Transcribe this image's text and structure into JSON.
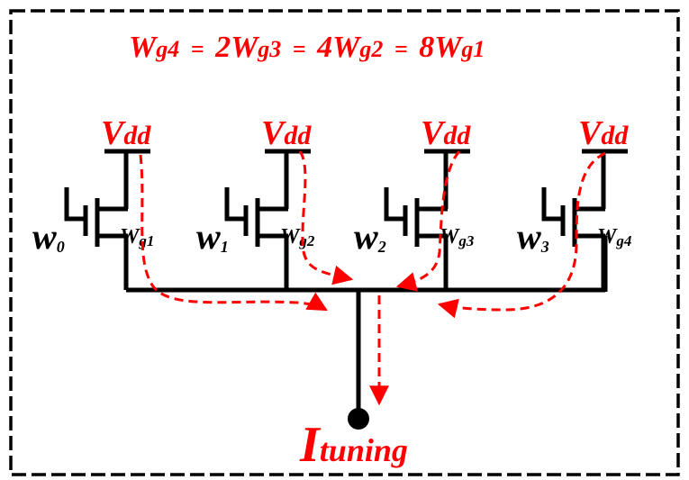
{
  "title": {
    "parts": [
      {
        "W": "W",
        "sub": "g4"
      },
      {
        "eq": "=",
        "coef": "2",
        "W": "W",
        "sub": "g3"
      },
      {
        "eq": "=",
        "coef": "4",
        "W": "W",
        "sub": "g2"
      },
      {
        "eq": "=",
        "coef": "8",
        "W": "W",
        "sub": "g1"
      }
    ],
    "text": "Wg4 = 2Wg3 = 4Wg2 = 8Wg1"
  },
  "colors": {
    "accent": "#ff0000",
    "wire": "#000000",
    "border": "#000000",
    "background": "#ffffff"
  },
  "transistors": [
    {
      "gate_label": "w",
      "gate_sub": "0",
      "width_label": "W",
      "width_sub": "g1",
      "supply_label": "V",
      "supply_sub": "dd"
    },
    {
      "gate_label": "w",
      "gate_sub": "1",
      "width_label": "W",
      "width_sub": "g2",
      "supply_label": "V",
      "supply_sub": "dd"
    },
    {
      "gate_label": "w",
      "gate_sub": "2",
      "width_label": "W",
      "width_sub": "g3",
      "supply_label": "V",
      "supply_sub": "dd"
    },
    {
      "gate_label": "w",
      "gate_sub": "3",
      "width_label": "W",
      "width_sub": "g4",
      "supply_label": "V",
      "supply_sub": "dd"
    }
  ],
  "output": {
    "label": "I",
    "sub": "tuning"
  }
}
